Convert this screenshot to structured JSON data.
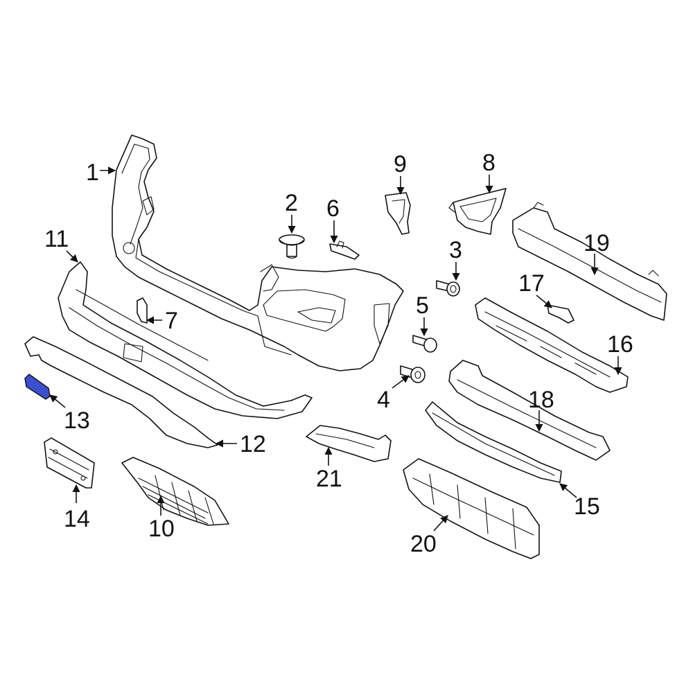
{
  "colors": {
    "line": "#111111",
    "highlight": "#3a4fd0",
    "background": "#ffffff"
  },
  "callouts": [
    "1",
    "2",
    "3",
    "4",
    "5",
    "6",
    "7",
    "8",
    "9",
    "10",
    "11",
    "12",
    "13",
    "14",
    "15",
    "16",
    "17",
    "18",
    "19",
    "20",
    "21"
  ],
  "highlighted_part": "13"
}
